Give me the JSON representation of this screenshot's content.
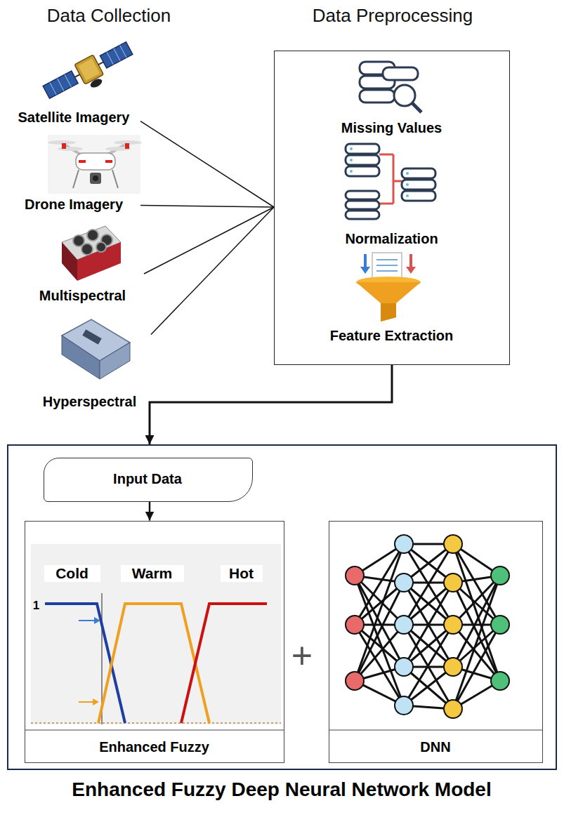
{
  "diagram": {
    "nodes": [
      {
        "text": [
          "Satellite Imagery"
        ]
      },
      {
        "text": [
          "Drone Imagery"
        ]
      },
      {
        "text": [
          "Multispectral"
        ]
      },
      {
        "text": [
          "Hyperspectral"
        ]
      },
      {
        "text": [
          "Data Preprocessing",
          "Missing Values",
          "Normalization",
          "Feature Extraction"
        ]
      },
      {
        "text": [
          "Enhanced Fuzzy Deep Neural Network Model"
        ]
      },
      {
        "text": [
          "Input Data"
        ],
        "in": 5
      },
      {
        "text": [
          "Cold",
          "Warm",
          "Hot",
          "1",
          "Enhanced Fuzzy"
        ],
        "in": 5
      },
      {
        "text": [
          "DNN"
        ],
        "in": 5
      }
    ],
    "edges": [
      {
        "from": 0,
        "to": 4,
        "arrow": "none"
      },
      {
        "from": 1,
        "to": 4,
        "arrow": "none"
      },
      {
        "from": 2,
        "to": 4,
        "arrow": "none"
      },
      {
        "from": 3,
        "to": 4,
        "arrow": "none"
      },
      {
        "from": 4,
        "to": 5,
        "arrow": "to"
      },
      {
        "from": 6,
        "to": 7,
        "arrow": "to"
      }
    ],
    "labels": [
      "Data Collection",
      "+"
    ]
  }
}
